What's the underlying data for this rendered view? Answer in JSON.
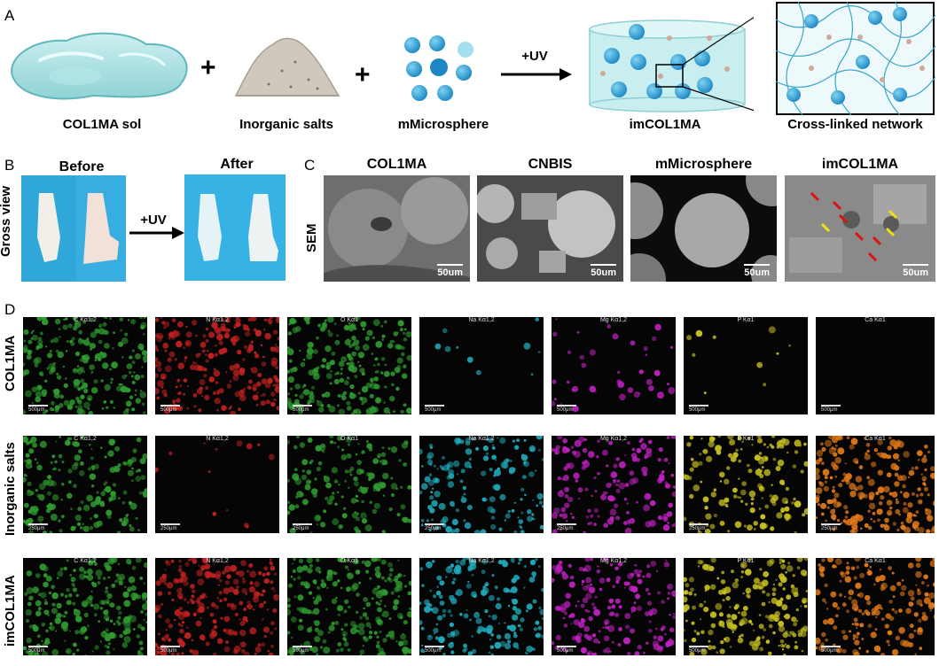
{
  "panels": {
    "a": "A",
    "b": "B",
    "c": "C",
    "d": "D"
  },
  "panel_a": {
    "labels": [
      "COL1MA sol",
      "Inorganic salts",
      "mMicrosphere",
      "imCOL1MA",
      "Cross-linked network"
    ],
    "plus": "+",
    "uv": "+UV"
  },
  "panel_b": {
    "row_label": "Gross view",
    "before": "Before",
    "after": "After",
    "uv": "+UV"
  },
  "panel_c": {
    "row_label": "SEM",
    "titles": [
      "COL1MA",
      "CNBIS",
      "mMicrosphere",
      "imCOL1MA"
    ],
    "scale": "50um"
  },
  "panel_d": {
    "rows": [
      "COL1MA",
      "Inorganic salts",
      "imCOL1MA"
    ],
    "elements": [
      "C Kα1,2",
      "N Kα1,2",
      "O Kα1",
      "Na Kα1,2",
      "Mg Kα1,2",
      "P Kα1",
      "Ca Kα1"
    ],
    "scales": [
      "500μm",
      "250μm",
      "500μm"
    ],
    "colors": [
      "#2f9a2f",
      "#c02020",
      "#2f9a2f",
      "#20a8b8",
      "#c020c0",
      "#c8c020",
      "#e07818"
    ]
  }
}
